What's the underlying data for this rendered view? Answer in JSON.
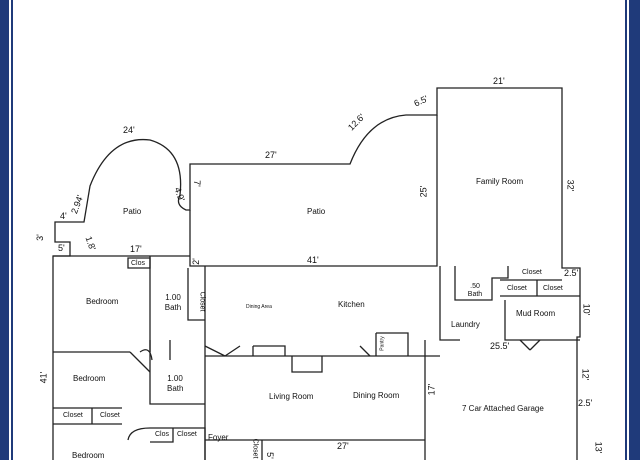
{
  "colors": {
    "frame": "#1f3a7a",
    "lines": "#222222",
    "background": "#ffffff"
  },
  "rooms": {
    "patio_left": "Patio",
    "patio_main": "Patio",
    "family_room": "Family Room",
    "bedroom_1": "Bedroom",
    "bath_1": "1.00 Bath",
    "closet_vertical": "Closet",
    "clos_top": "Clos",
    "dining_area": "Dining Area",
    "kitchen": "Kitchen",
    "bedroom_2": "Bedroom",
    "bath_2": "1.00 Bath",
    "living_room": "Living Room",
    "dining_room": "Dining Room",
    "closet_a": "Closet",
    "closet_b": "Closet",
    "bedroom_3": "Bedroom",
    "clos_bottom": "Clos",
    "closet_c": "Closet",
    "foyer": "Foyer",
    "closet_rot": "Closet",
    "pantry": "Pantry",
    "laundry": "Laundry",
    "half_bath": ".50 Bath",
    "closet_d": "Closet",
    "closet_e": "Closet",
    "closet_f": "Closet",
    "mud_room": "Mud Room",
    "garage": "7 Car Attached Garage"
  },
  "dimensions": {
    "d24": "24'",
    "d2_94": "2.94'",
    "d4": "4'",
    "d3": "3'",
    "d5": "5'",
    "d1_8": "1.8'",
    "d17": "17'",
    "d4_9": "4.9'",
    "d7": "7'",
    "d27_top": "27'",
    "d12_6": "12.6'",
    "d6_5": "6.5'",
    "d21": "21'",
    "d25": "25'",
    "d32": "32'",
    "d2": "2'",
    "d41_h": "41'",
    "d2_5_a": "2.5'",
    "d10": "10'",
    "d25_5": "25.5'",
    "d41_v": "41'",
    "d17_v": "17'",
    "d12": "12'",
    "d2_5_b": "2.5'",
    "d27_bottom": "27'",
    "d13": "13'",
    "d5_small": "5'"
  }
}
